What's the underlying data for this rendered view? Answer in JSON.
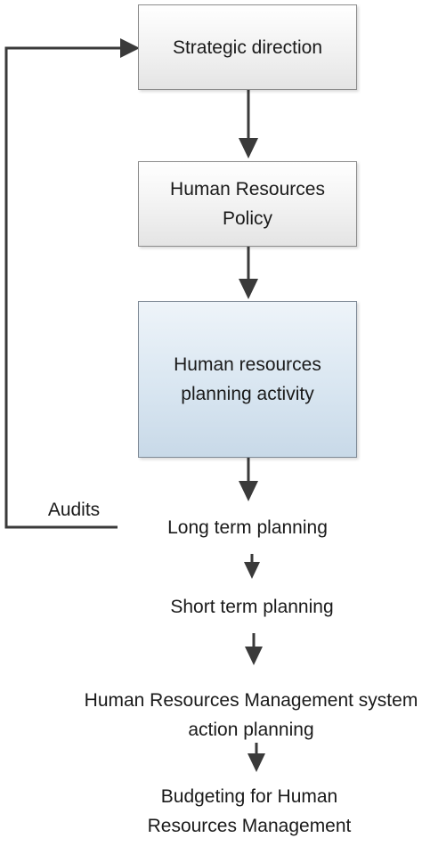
{
  "diagram": {
    "boxes": {
      "strategic_direction": "Strategic direction",
      "hr_policy": "Human Resources Policy",
      "hr_planning_activity": "Human resources planning activity"
    },
    "steps": {
      "long_term": "Long term planning",
      "short_term": "Short term planning",
      "hrm_action_planning": "Human Resources Management system action planning",
      "budgeting": "Budgeting for Human Resources Management"
    },
    "feedback_label": "Audits"
  }
}
